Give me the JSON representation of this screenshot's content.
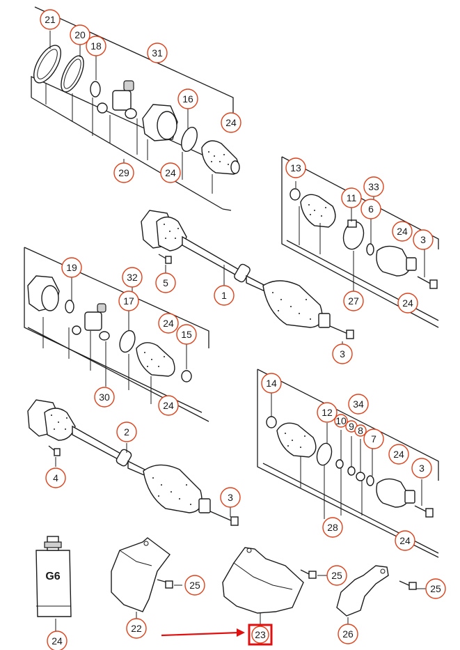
{
  "callouts": [
    "21",
    "20",
    "18",
    "31",
    "16",
    "24",
    "29",
    "13",
    "11",
    "33",
    "6",
    "3",
    "27",
    "5",
    "1",
    "19",
    "32",
    "17",
    "15",
    "30",
    "2",
    "4",
    "14",
    "12",
    "34",
    "10",
    "9",
    "8",
    "7",
    "28",
    "22",
    "23",
    "25",
    "26"
  ],
  "highlight_color": "#e01010",
  "accent_color": "#e0401a",
  "tube_label": "G6"
}
